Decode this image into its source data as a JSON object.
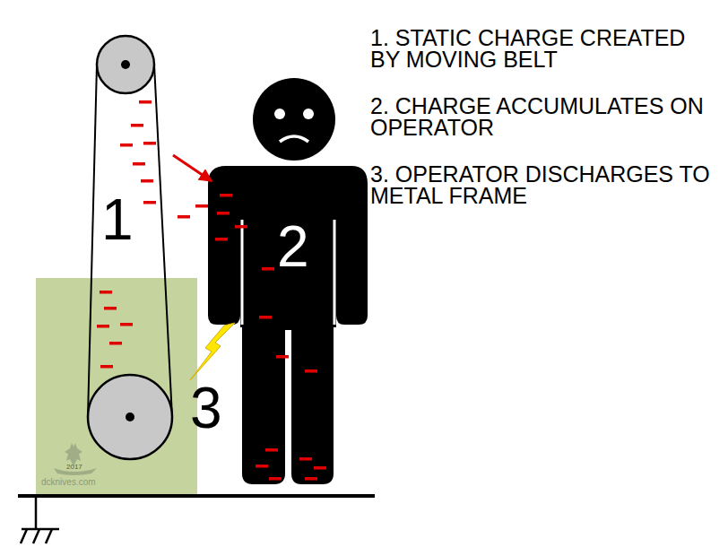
{
  "diagram": {
    "labels": [
      "1. STATIC CHARGE CREATED BY MOVING BELT",
      "2. CHARGE ACCUMULATES ON OPERATOR",
      "3. OPERATOR DISCHARGES TO METAL FRAME",
      "1",
      "2",
      "3",
      "2017",
      "dcknives.com"
    ]
  }
}
